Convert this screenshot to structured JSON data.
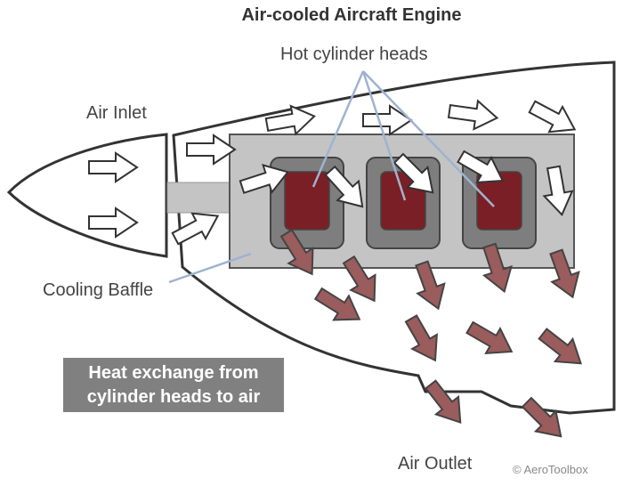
{
  "title": "Air-cooled Aircraft Engine",
  "labels": {
    "hot_cylinder_heads": "Hot cylinder heads",
    "air_inlet": "Air Inlet",
    "cooling_baffle": "Cooling Baffle",
    "air_outlet": "Air Outlet"
  },
  "callout": {
    "line1": "Heat exchange from",
    "line2": "cylinder heads to air"
  },
  "copyright": "© AeroToolbox",
  "colors": {
    "cold_air": "#ffffff",
    "hot_air": "#9a5c5c",
    "cylinder_head": "#7a1f26",
    "baffle": "#c4c4c4",
    "leader_line": "#9fb3cf"
  }
}
